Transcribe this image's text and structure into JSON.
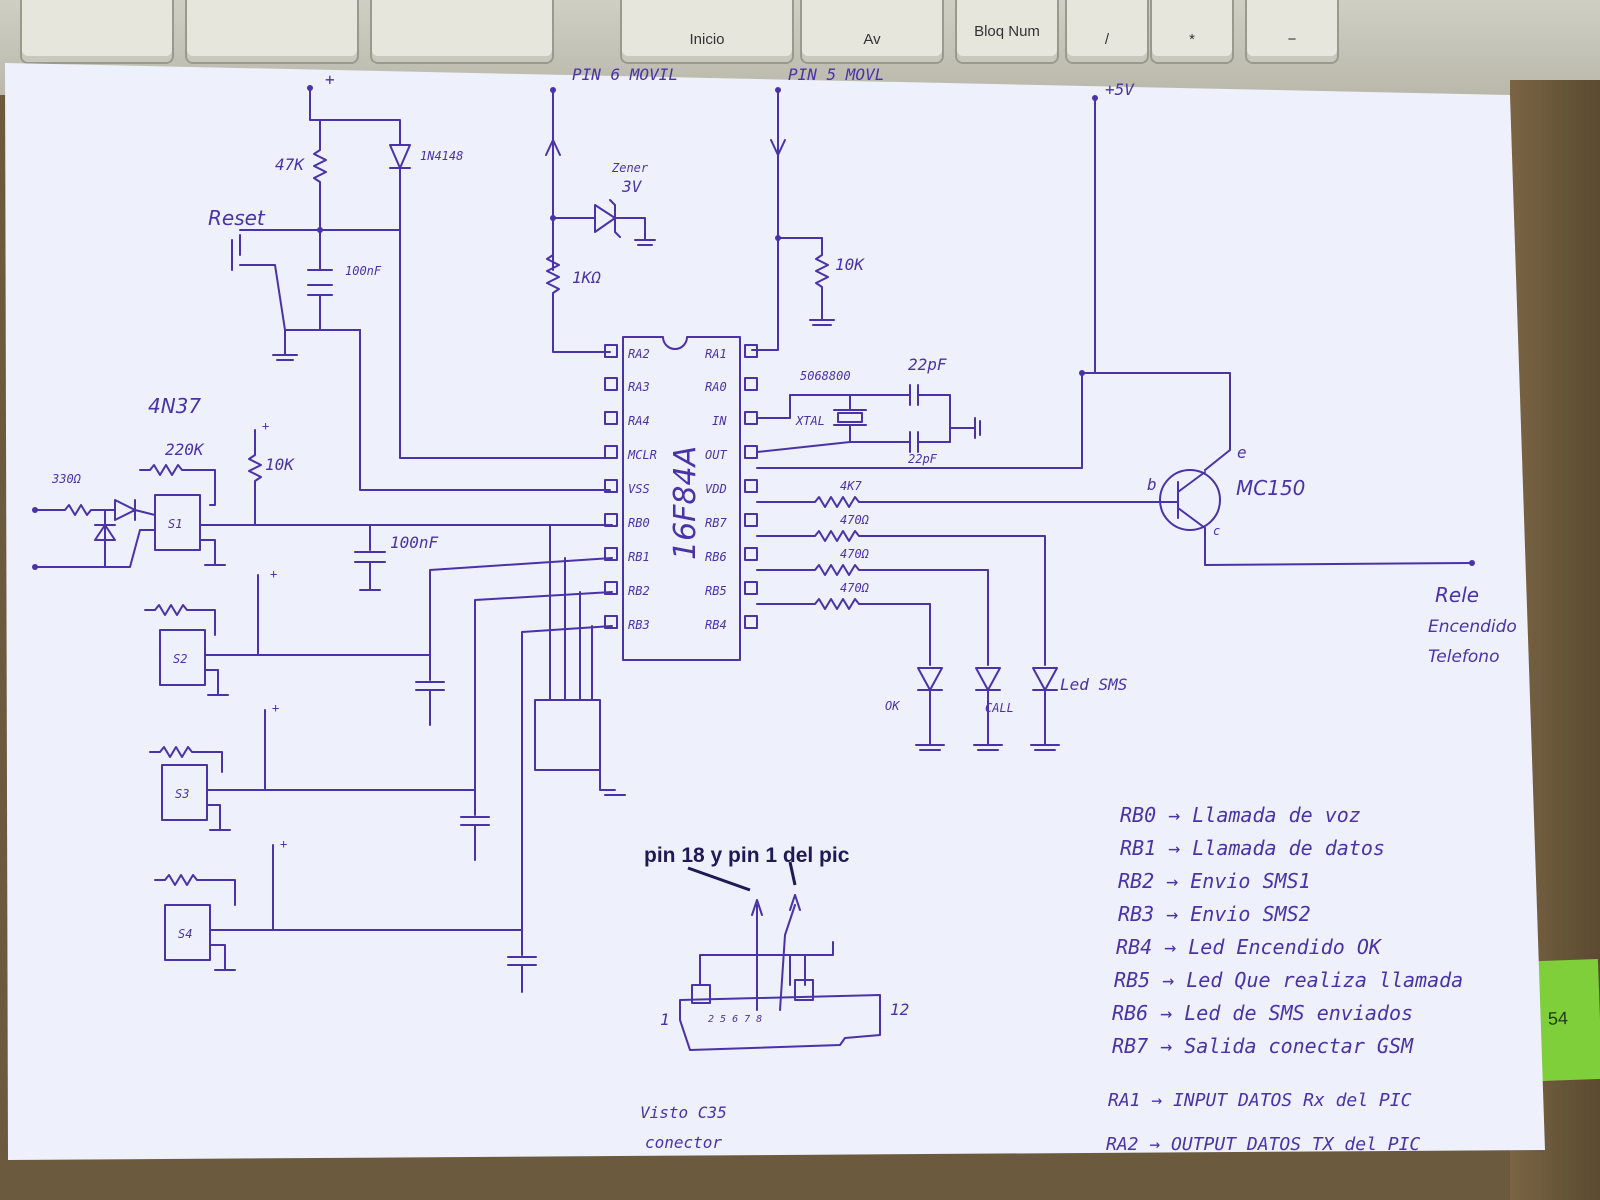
{
  "keyboard": {
    "keys": [
      "Inicio",
      "Av",
      "Bloq Num",
      "/",
      "*",
      "−"
    ]
  },
  "ruler_label": "54",
  "supply": {
    "plus_top": "+",
    "plus_5v": "+5V"
  },
  "pins": {
    "pin6": "PIN 6 MOVIL",
    "pin5": "PIN 5 MOVL"
  },
  "reset": {
    "label": "Reset",
    "r47k": "47K",
    "diode": "1N4148",
    "cap": "100nF"
  },
  "zener": {
    "name": "Zener",
    "value": "3V",
    "resistor": "1KΩ"
  },
  "pullup_10k": "10K",
  "pic": {
    "part": "16F84A",
    "left_pins": [
      "RA2",
      "RA3",
      "RA4",
      "MCLR",
      "VSS",
      "RB0",
      "RB1",
      "RB2",
      "RB3"
    ],
    "right_pins": [
      "RA1",
      "RA0",
      "IN",
      "OUT",
      "VDD",
      "RB7",
      "RB6",
      "RB5",
      "RB4"
    ]
  },
  "crystal": {
    "freq": "5068800",
    "label": "XTAL",
    "cap1": "22pF",
    "cap2": "22pF"
  },
  "resistors": [
    "4K7",
    "470Ω",
    "470Ω",
    "470Ω"
  ],
  "transistor": {
    "name": "MC150",
    "b": "b",
    "c": "c",
    "e": "e"
  },
  "relay": [
    "Rele",
    "Encendido",
    "Telefono"
  ],
  "leds": {
    "ok": "OK",
    "call": "CALL",
    "sms": "Led SMS"
  },
  "optocoupler": {
    "part": "4N37",
    "r330": "330Ω",
    "r220k": "220K",
    "r10k": "10K",
    "cap": "100nF",
    "s1": "S1",
    "s2": "S2",
    "s3": "S3",
    "s4": "S4"
  },
  "connector": {
    "overlay": "pin 18  y pin 1 del pic",
    "pin_left": "1",
    "pin_right": "12",
    "pins_small": "2  5 6 7 8",
    "caption1": "Visto C35",
    "caption2": "conector"
  },
  "legend": [
    "RB0 → Llamada de voz",
    "RB1 → Llamada de datos",
    "RB2 → Envio SMS1",
    "RB3 → Envio SMS2",
    "RB4 → Led Encendido OK",
    "RB5 → Led Que realiza llamada",
    "RB6 → Led de SMS enviados",
    "RB7 → Salida conectar GSM",
    "RA1 → INPUT DATOS  Rx del PIC",
    "RA2 → OUTPUT DATOS  TX del PIC"
  ],
  "colors": {
    "ink": "#4a32a8",
    "paper": "#eef0fb",
    "desk": "#6b5a3e"
  }
}
